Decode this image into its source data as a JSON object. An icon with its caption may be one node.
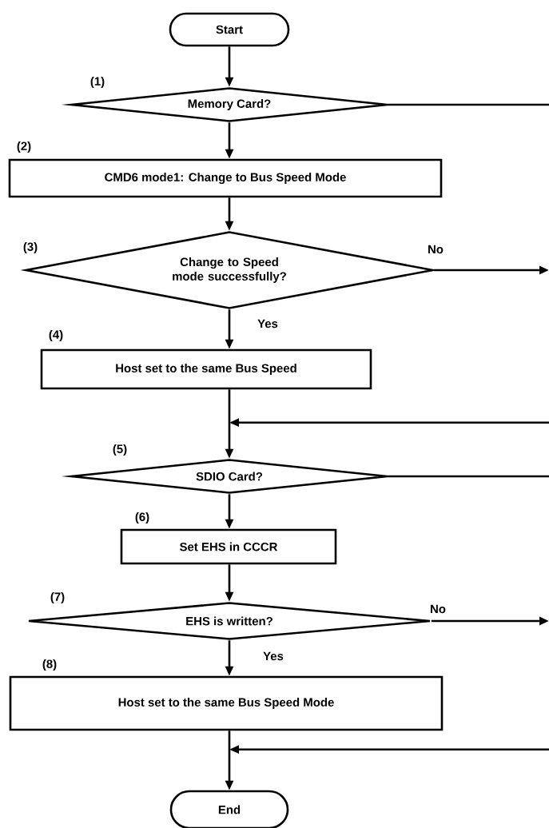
{
  "diagram": {
    "nodes": [
      {
        "text": [
          "Start"
        ]
      },
      {
        "text": [
          "Memory Card?"
        ],
        "beside": [
          "(1)"
        ]
      },
      {
        "text": [
          "CMD6 mode1: Change to Bus Speed Mode"
        ],
        "beside": [
          "(2)"
        ]
      },
      {
        "text": [
          "Change to Speed mode successfully?"
        ],
        "beside": [
          "(3)"
        ]
      },
      {
        "text": [
          "Host set to the same Bus Speed"
        ],
        "beside": [
          "(4)"
        ]
      },
      {
        "text": [
          "SDIO Card?"
        ],
        "beside": [
          "(5)"
        ]
      },
      {
        "text": [
          "Set EHS in CCCR"
        ],
        "beside": [
          "(6)"
        ]
      },
      {
        "text": [
          "EHS is written?"
        ],
        "beside": [
          "(7)"
        ]
      },
      {
        "text": [
          "Host set to the same Bus Speed Mode"
        ],
        "beside": [
          "(8)"
        ]
      },
      {
        "text": [
          "End"
        ]
      }
    ],
    "edges": [
      {
        "from": 0,
        "to": 1,
        "arrow": "to"
      },
      {
        "from": 1,
        "to": 2,
        "arrow": "to"
      },
      {
        "from": 1,
        "to": null,
        "arrow": "none"
      },
      {
        "from": 2,
        "to": 3,
        "arrow": "to"
      },
      {
        "from": 3,
        "to": 4,
        "arrow": "to",
        "label": "Yes"
      },
      {
        "from": 3,
        "to": null,
        "arrow": "to",
        "label": "No"
      },
      {
        "from": 4,
        "to": 5,
        "arrow": "to"
      },
      {
        "from": null,
        "to": 5,
        "arrow": "to"
      },
      {
        "from": 5,
        "to": 6,
        "arrow": "to"
      },
      {
        "from": 5,
        "to": null,
        "arrow": "none"
      },
      {
        "from": 6,
        "to": 7,
        "arrow": "to"
      },
      {
        "from": 7,
        "to": 8,
        "arrow": "to",
        "label": "Yes"
      },
      {
        "from": 7,
        "to": null,
        "arrow": "to",
        "label": "No"
      },
      {
        "from": 8,
        "to": 9,
        "arrow": "to"
      },
      {
        "from": null,
        "to": 9,
        "arrow": "to"
      }
    ]
  }
}
